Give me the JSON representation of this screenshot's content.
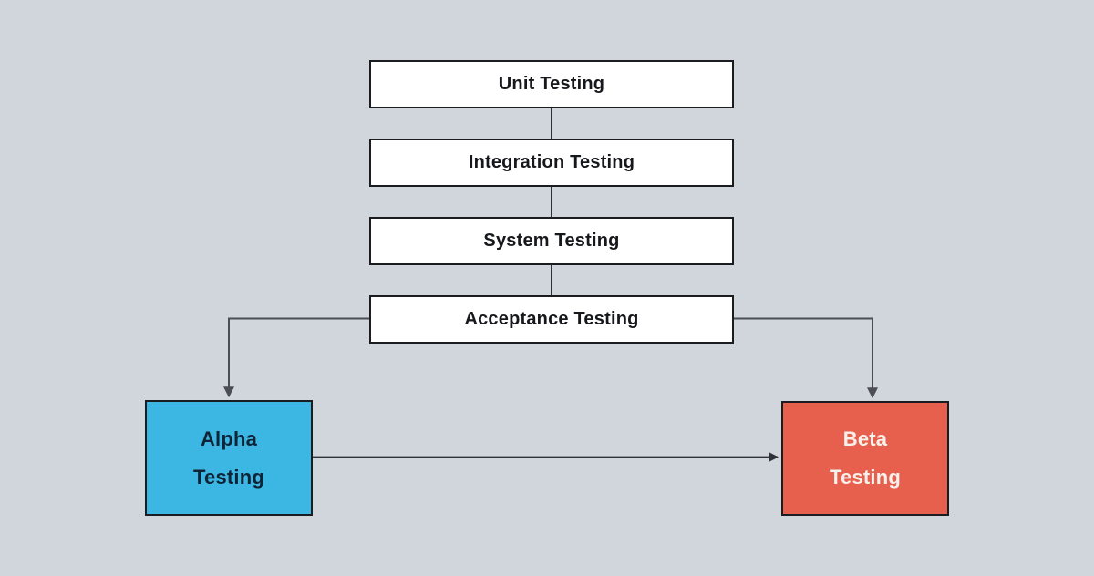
{
  "diagram": {
    "type": "flowchart",
    "colors": {
      "background": "#D1D6DC",
      "node_border": "#1B1C1F",
      "connector_dark": "#2E3136",
      "connector_branch": "#4B4F55",
      "stage_node_fill": "#FFFFFF",
      "stage_node_text": "#17181C",
      "alpha_fill": "#3CB6E3",
      "alpha_text": "#0D2536",
      "beta_fill": "#E7604E",
      "beta_text": "#F7F1EC"
    },
    "nodes": [
      {
        "id": "unit-testing",
        "label": "Unit Testing"
      },
      {
        "id": "integration-testing",
        "label": "Integration Testing"
      },
      {
        "id": "system-testing",
        "label": "System Testing"
      },
      {
        "id": "acceptance-testing",
        "label": "Acceptance Testing"
      },
      {
        "id": "alpha-testing",
        "label": "Alpha Testing",
        "line1": "Alpha",
        "line2": "Testing"
      },
      {
        "id": "beta-testing",
        "label": "Beta Testing",
        "line1": "Beta",
        "line2": "Testing"
      }
    ],
    "edges": [
      {
        "from": "Unit Testing",
        "to": "Integration Testing",
        "arrowhead": false
      },
      {
        "from": "Integration Testing",
        "to": "System Testing",
        "arrowhead": false
      },
      {
        "from": "System Testing",
        "to": "Acceptance Testing",
        "arrowhead": false
      },
      {
        "from": "Acceptance Testing",
        "to": "Alpha Testing",
        "arrowhead": true
      },
      {
        "from": "Acceptance Testing",
        "to": "Beta Testing",
        "arrowhead": true
      },
      {
        "from": "Alpha Testing",
        "to": "Beta Testing",
        "arrowhead": true
      }
    ]
  }
}
